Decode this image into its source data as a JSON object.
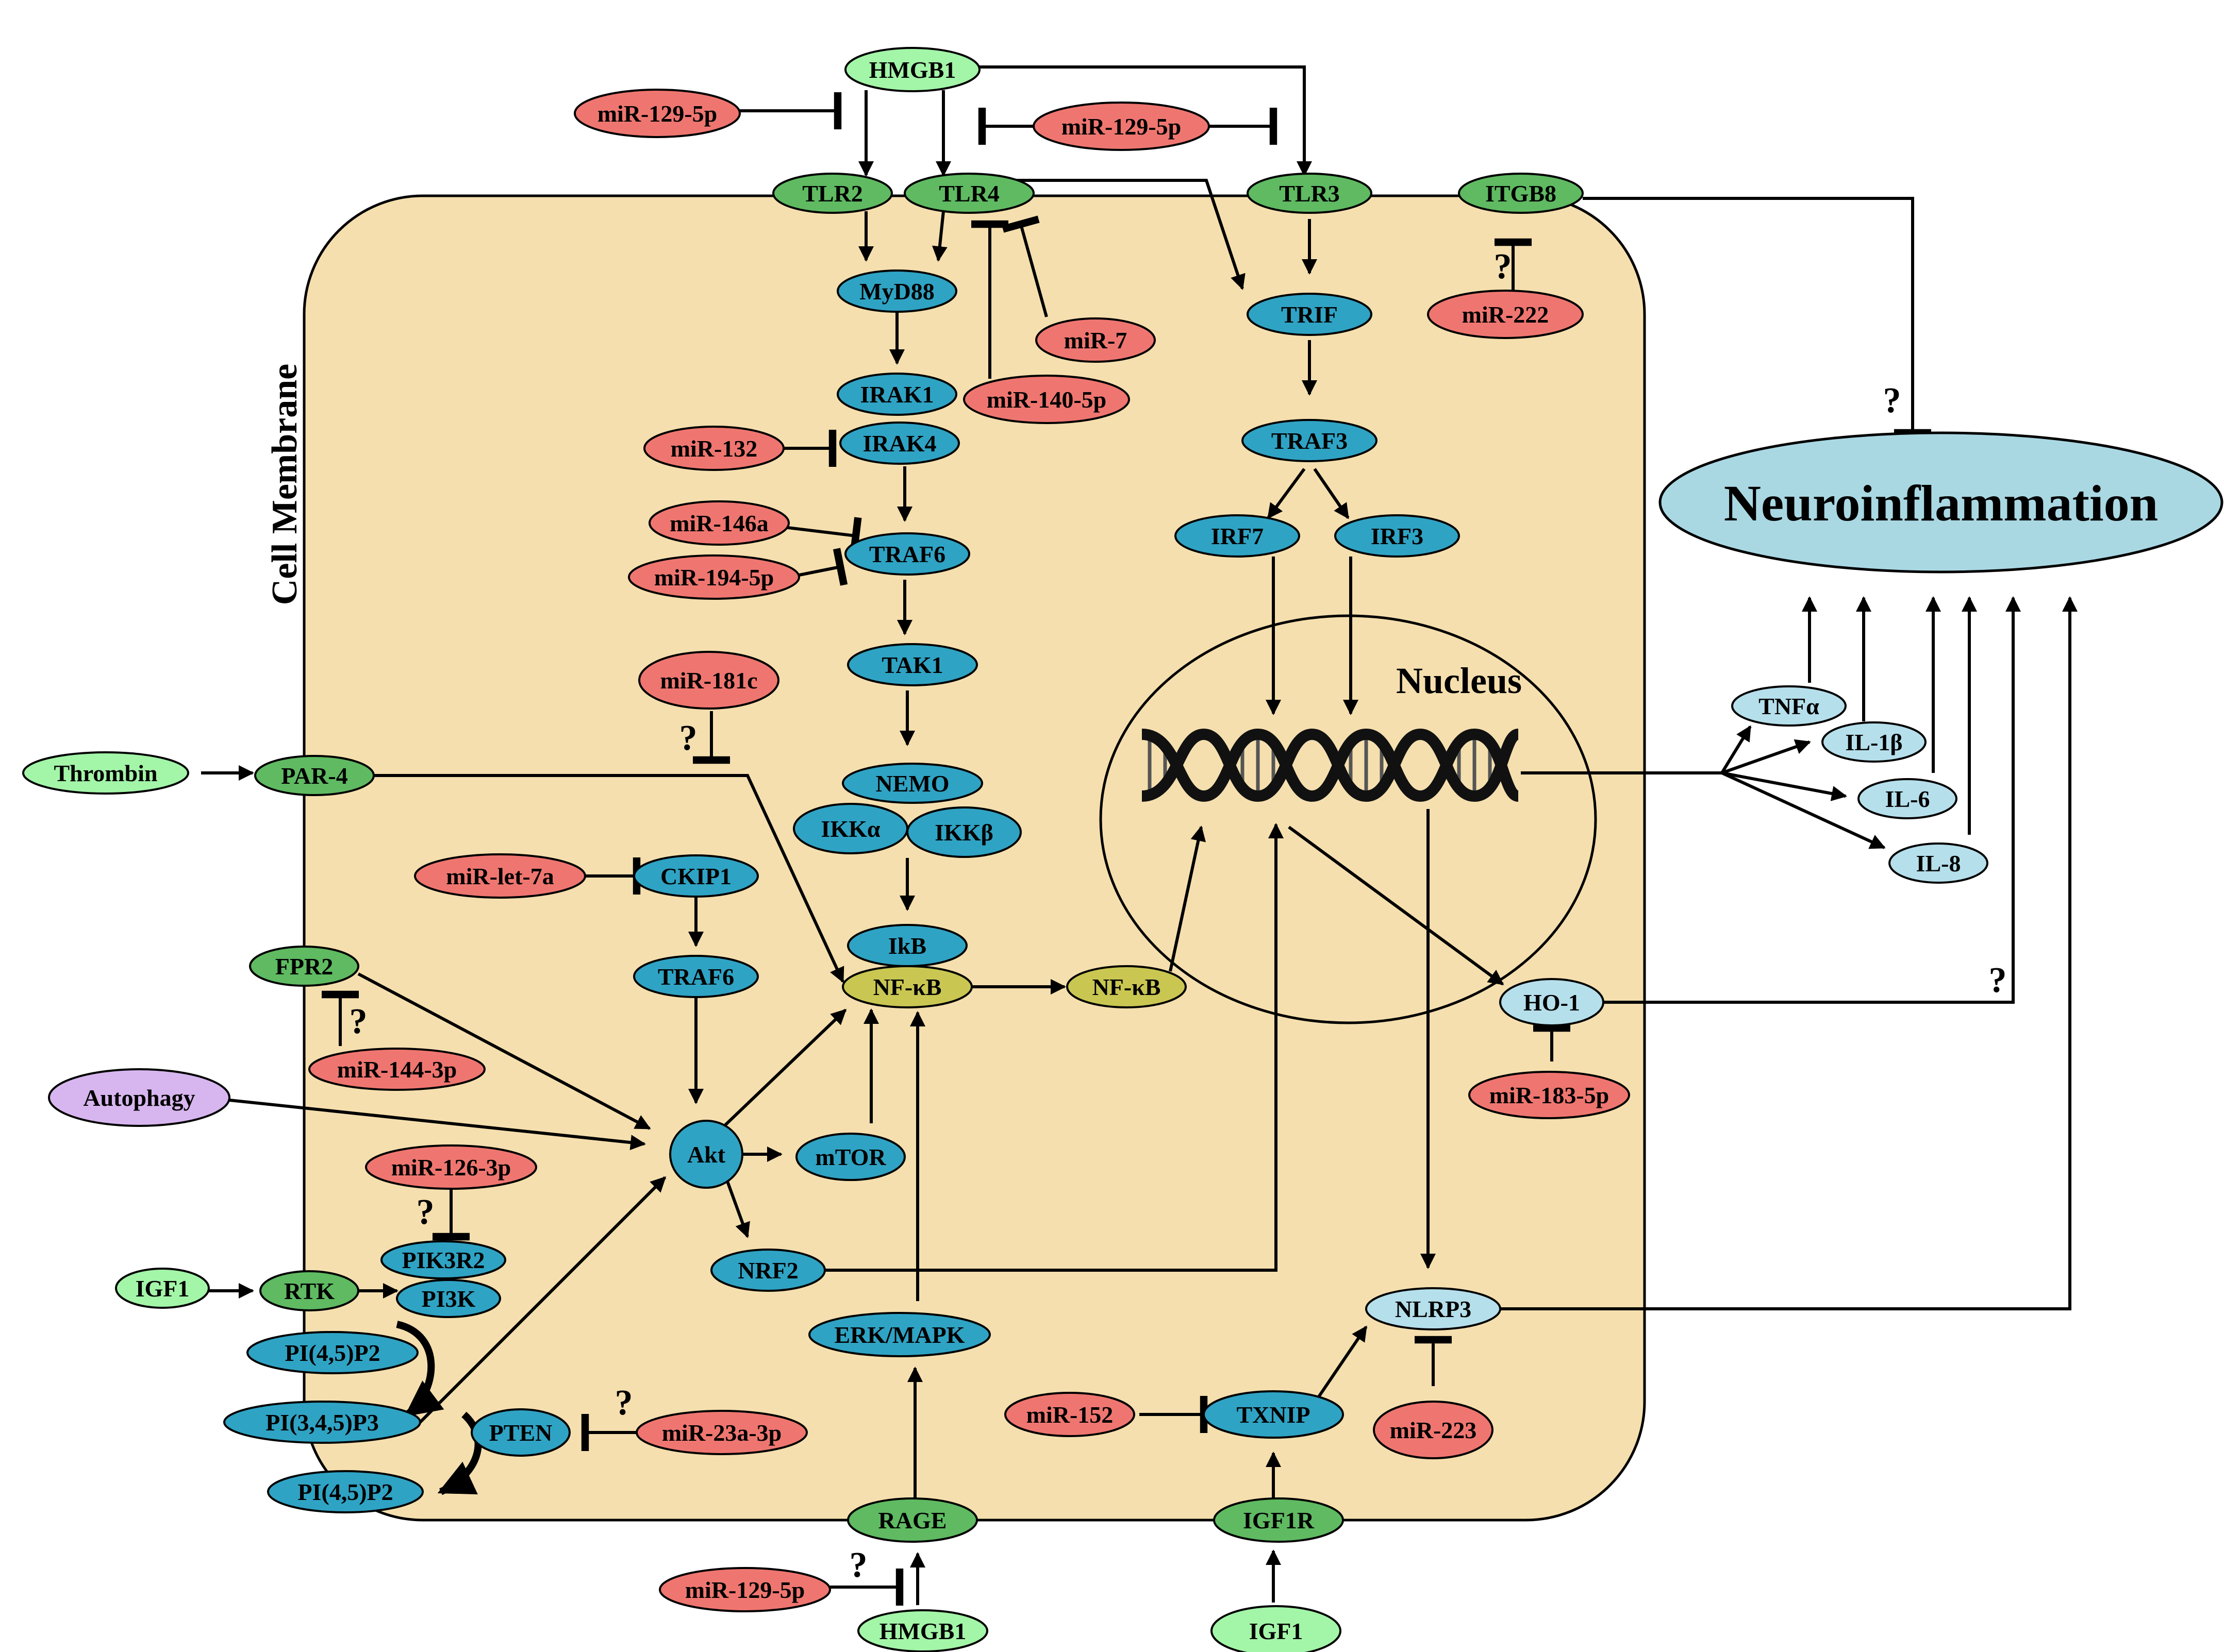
{
  "membrane_label": "Cell Membrane",
  "nucleus_label": "Nucleus",
  "outcome_label": "Neuroinflammation",
  "question_mark": "?",
  "colors": {
    "cell": "#f5dfae",
    "mirna": "#ef7670",
    "receptor": "#5fba62",
    "ligand": "#a3f5a8",
    "intracellular": "#2fa3c4",
    "nfkb": "#c9c752",
    "cytokine": "#b5dfeb",
    "autophagy": "#d7b6ef",
    "outcome": "#a9d8e3"
  },
  "nodes": {
    "hmgb1_top": "HMGB1",
    "mir129_top_left": "miR-129-5p",
    "mir129_top_mid": "miR-129-5p",
    "tlr2": "TLR2",
    "tlr4": "TLR4",
    "tlr3": "TLR3",
    "itgb8": "ITGB8",
    "myd88": "MyD88",
    "trif": "TRIF",
    "mir7": "miR-7",
    "mir140": "miR-140-5p",
    "mir222": "miR-222",
    "irak1": "IRAK1",
    "irak4": "IRAK4",
    "mir132": "miR-132",
    "traf3": "TRAF3",
    "mir146a": "miR-146a",
    "mir194": "miR-194-5p",
    "traf6_top": "TRAF6",
    "irf7": "IRF7",
    "irf3": "IRF3",
    "tak1": "TAK1",
    "mir181c": "miR-181c",
    "thrombin": "Thrombin",
    "par4": "PAR-4",
    "nemo": "NEMO",
    "ikka": "IKKα",
    "ikkb": "IKKβ",
    "mirlet7a": "miR-let-7a",
    "ckip1": "CKIP1",
    "traf6_mid": "TRAF6",
    "ikb": "IkB",
    "nfkb_inner": "NF-κB",
    "nfkb_outer": "NF-κB",
    "fpr2": "FPR2",
    "mir144": "miR-144-3p",
    "autophagy": "Autophagy",
    "akt": "Akt",
    "mtor": "mTOR",
    "mir126": "miR-126-3p",
    "nrf2": "NRF2",
    "igf1_left": "IGF1",
    "rtk": "RTK",
    "pik3r2": "PIK3R2",
    "pi3k": "PI3K",
    "erk": "ERK/MAPK",
    "pi45p2_top": "PI(4,5)P2",
    "pi345p3": "PI(3,4,5)P3",
    "pten": "PTEN",
    "mir23a": "miR-23a-3p",
    "pi45p2_bottom": "PI(4,5)P2",
    "mir152": "miR-152",
    "txnip": "TXNIP",
    "nlrp3": "NLRP3",
    "mir223": "miR-223",
    "ho1": "HO-1",
    "mir183": "miR-183-5p",
    "tnfa": "TNFα",
    "il1b": "IL-1β",
    "il6": "IL-6",
    "il8": "IL-8",
    "rage": "RAGE",
    "igf1r": "IGF1R",
    "mir129_bottom": "miR-129-5p",
    "hmgb1_bottom": "HMGB1",
    "igf1_bottom": "IGF1"
  }
}
